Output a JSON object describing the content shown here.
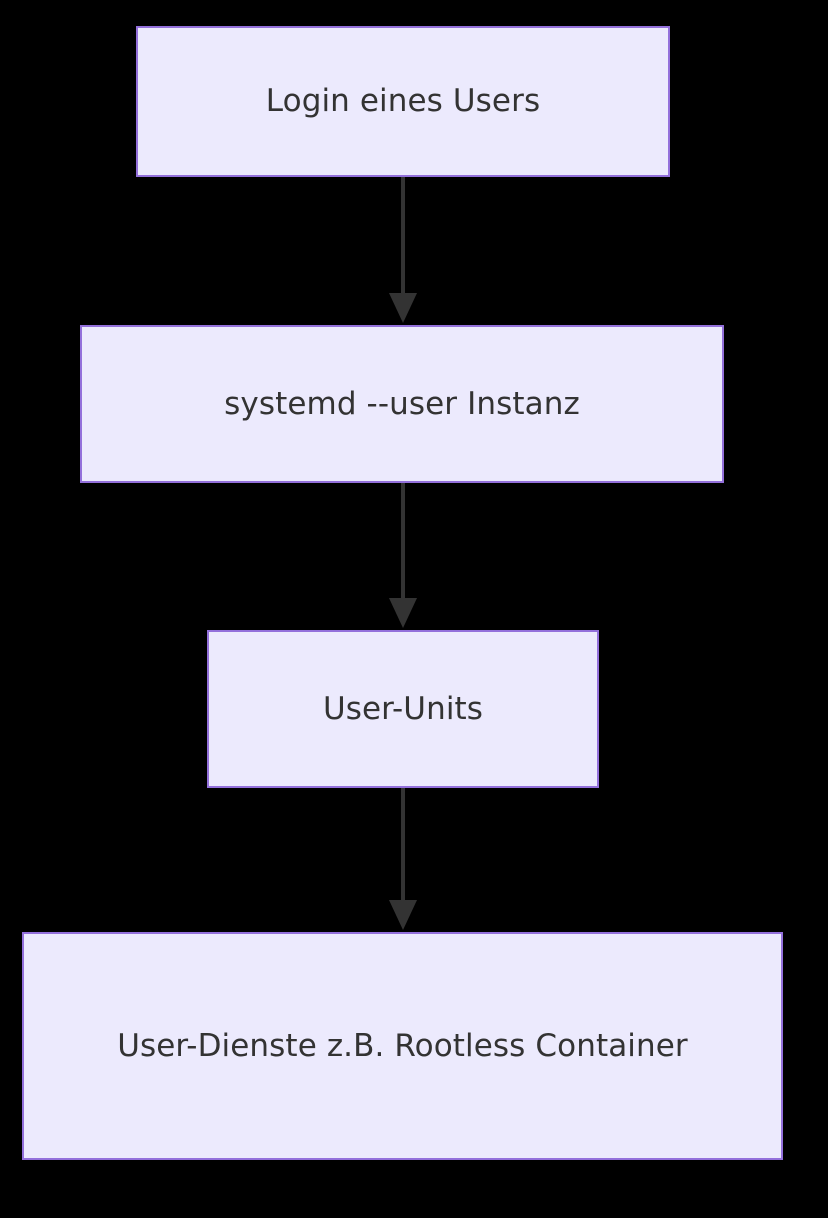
{
  "diagram": {
    "type": "flowchart",
    "direction": "top-to-bottom",
    "background_color": "#000000",
    "node_fill_color": "#ECEAFD",
    "node_border_color": "#9370DB",
    "node_text_color": "#333333",
    "edge_color": "#333333",
    "nodes": [
      {
        "id": "login",
        "label": "Login eines Users"
      },
      {
        "id": "systemd-user",
        "label": "systemd --user Instanz"
      },
      {
        "id": "user-units",
        "label": "User-Units"
      },
      {
        "id": "user-services",
        "label": "User-Dienste z.B. Rootless Container"
      }
    ],
    "edges": [
      {
        "from": "login",
        "to": "systemd-user",
        "arrow": "arrowhead-down-icon",
        "label": ""
      },
      {
        "from": "systemd-user",
        "to": "user-units",
        "arrow": "arrowhead-down-icon",
        "label": ""
      },
      {
        "from": "user-units",
        "to": "user-services",
        "arrow": "arrowhead-down-icon",
        "label": ""
      }
    ]
  }
}
